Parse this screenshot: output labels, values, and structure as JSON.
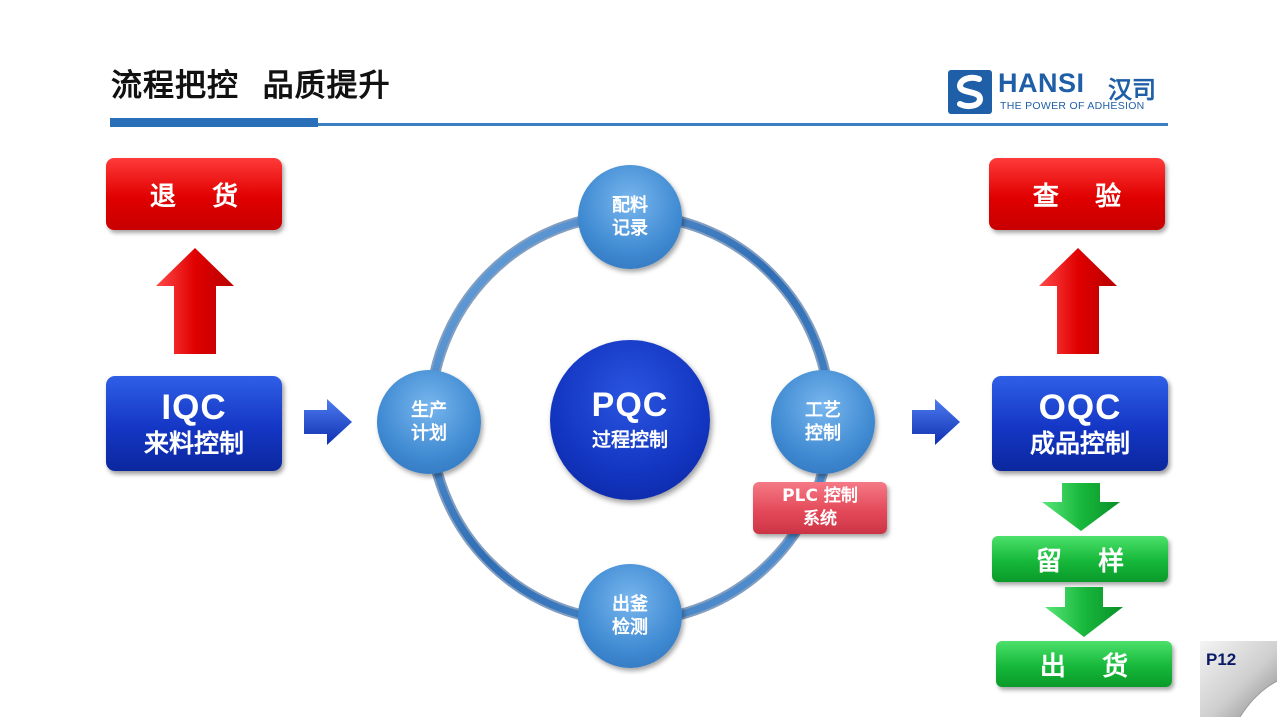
{
  "header": {
    "title": "流程把控  品质提升",
    "accent_color": "#2a70b8"
  },
  "logo": {
    "name": "HANSI",
    "name_cn": "汉司",
    "tagline": "THE POWER OF ADHESION",
    "color": "#1f5fa8"
  },
  "left": {
    "reject_label": "退    货",
    "iqc_title": "IQC",
    "iqc_subtitle": "来料控制"
  },
  "cycle": {
    "center_title": "PQC",
    "center_subtitle": "过程控制",
    "nodes": {
      "top": [
        "配料",
        "记录"
      ],
      "left": [
        "生产",
        "计划"
      ],
      "right": [
        "工艺",
        "控制"
      ],
      "bottom": [
        "出釜",
        "检测"
      ]
    },
    "plc": [
      "PLC 控制",
      "系统"
    ]
  },
  "right": {
    "inspect_label": "查    验",
    "oqc_title": "OQC",
    "oqc_subtitle": "成品控制",
    "sample_label": "留    样",
    "ship_label": "出    货"
  },
  "colors": {
    "red": "#e00000",
    "blue": "#1436c4",
    "green": "#16b83a",
    "ring": "#3a7fc1",
    "node": "#3f8ad2",
    "plc": "#e44a5a"
  },
  "page": {
    "number": "P12"
  }
}
